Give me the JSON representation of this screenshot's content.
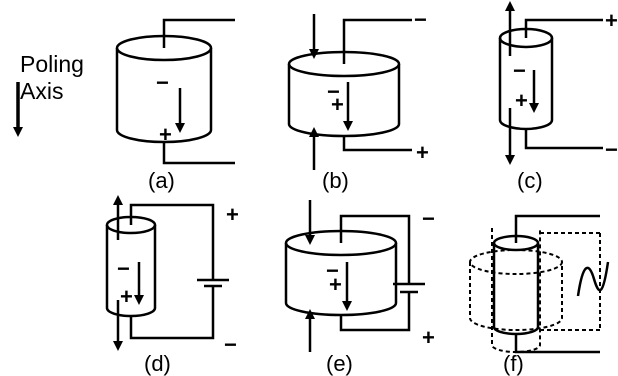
{
  "poling_axis": {
    "line1": "Poling",
    "line2": "Axis"
  },
  "panels": {
    "a": {
      "label": "(a)",
      "top_sign": "−",
      "bottom_sign": "+"
    },
    "b": {
      "label": "(b)",
      "top_sign": "−",
      "bottom_sign": "+",
      "inner_top": "−",
      "inner_bottom": "+"
    },
    "c": {
      "label": "(c)",
      "top_sign": "+",
      "bottom_sign": "−",
      "inner_top": "−",
      "inner_bottom": "+"
    },
    "d": {
      "label": "(d)",
      "top_sign": "+",
      "bottom_sign": "−",
      "inner_top": "−",
      "inner_bottom": "+"
    },
    "e": {
      "label": "(e)",
      "top_sign": "−",
      "bottom_sign": "+",
      "inner_top": "−",
      "inner_bottom": "+"
    },
    "f": {
      "label": "(f)"
    }
  }
}
